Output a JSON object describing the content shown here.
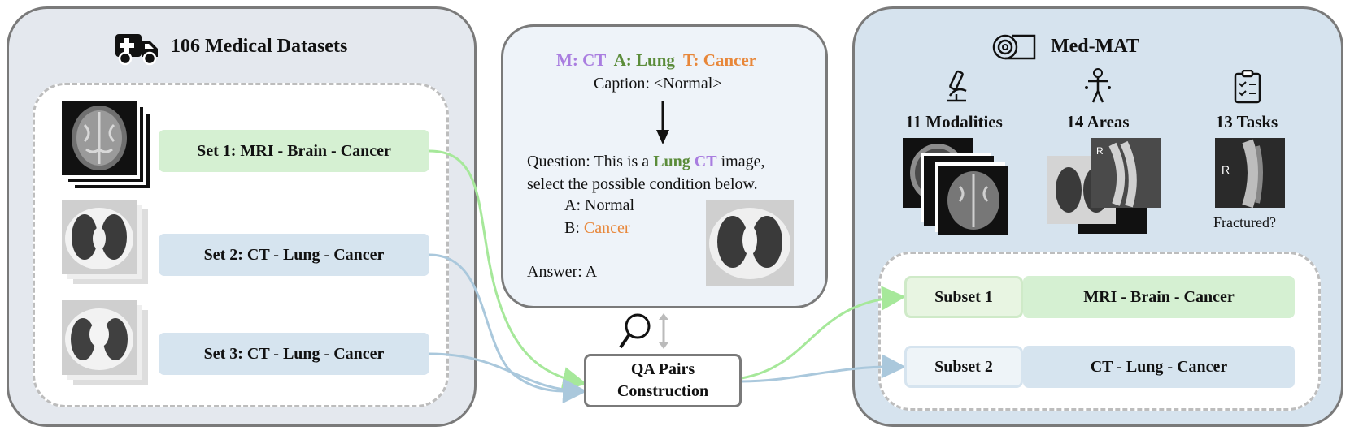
{
  "left": {
    "title": "106 Medical Datasets",
    "sets": [
      {
        "label": "Set 1: MRI - Brain - Cancer"
      },
      {
        "label": "Set 2: CT - Lung - Cancer"
      },
      {
        "label": "Set 3: CT - Lung - Cancer"
      }
    ]
  },
  "center": {
    "tag_modality": "M: CT",
    "tag_area": "A: Lung",
    "tag_task": "T: Cancer",
    "caption": "Caption: <Normal>",
    "question_prefix": "Question: This is a",
    "question_area": "Lung",
    "question_modality": "CT",
    "question_suffix": "image,",
    "question_line2": "select the possible condition below.",
    "option_a": "A: Normal",
    "option_b_prefix": "B:",
    "option_b_value": "Cancer",
    "answer": "Answer: A"
  },
  "qa": {
    "line1": "QA Pairs",
    "line2": "Construction"
  },
  "right": {
    "title": "Med-MAT",
    "stats": [
      {
        "label": "11 Modalities"
      },
      {
        "label": "14 Areas"
      },
      {
        "label": "13 Tasks"
      }
    ],
    "fracture_caption": "Fractured?",
    "xray_marker": "R",
    "subsets": [
      {
        "label": "Subset 1",
        "value": "MRI - Brain - Cancer"
      },
      {
        "label": "Subset 2",
        "value": "CT - Lung - Cancer"
      }
    ]
  },
  "colors": {
    "green": "#d5f0d2",
    "blue": "#d6e4ef",
    "purple": "#a97de0",
    "dark_green": "#5b8c3a",
    "orange": "#e8873a",
    "green_line": "#a6e89a",
    "blue_line": "#aac8dc"
  },
  "icons": [
    "ambulance-icon",
    "fabric-roll-icon",
    "microscope-icon",
    "body-icon",
    "clipboard-icon",
    "magnifier-icon",
    "down-arrow-icon"
  ]
}
